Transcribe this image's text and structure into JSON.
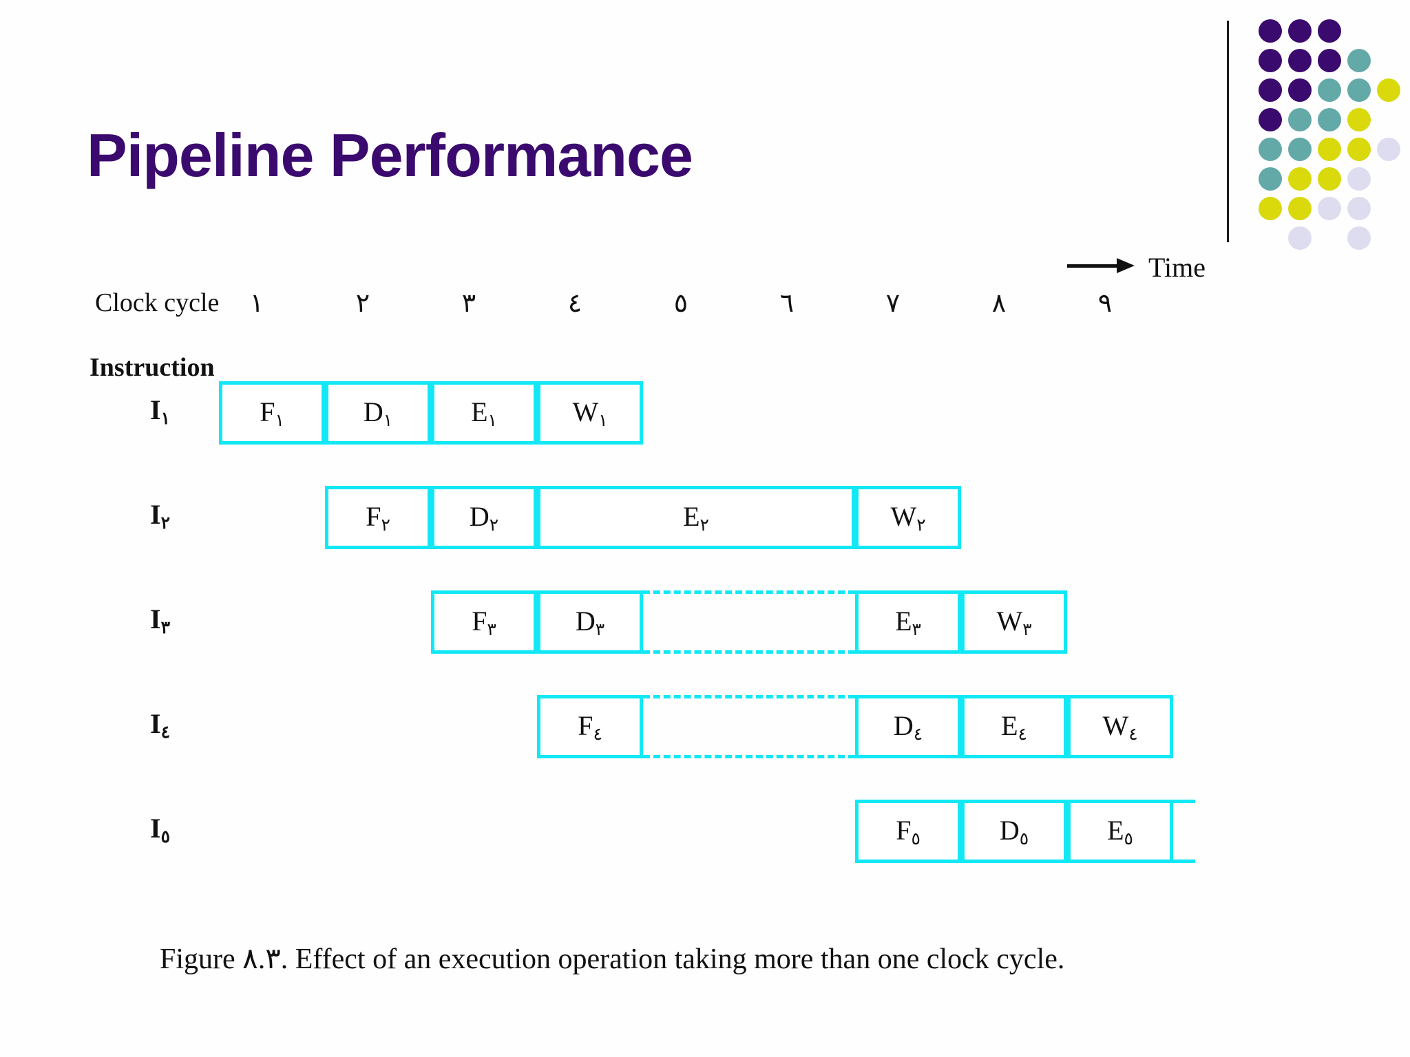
{
  "slide": {
    "title": "Pipeline Performance",
    "caption": "Figure ٨.٣.   Effect of an execution operation taking more than one clock cycle.",
    "accent_cyan": "#12E8F5",
    "title_purple": "#3B0A6E",
    "text_black": "#111111"
  },
  "axis": {
    "time_label": "Time",
    "clock_label": "Clock cycle",
    "cycles": [
      "١",
      "٢",
      "٣",
      "٤",
      "٥",
      "٦",
      "٧",
      "٨",
      "٩"
    ]
  },
  "instruction_heading": "Instruction",
  "rows": [
    {
      "label": "I",
      "sub": "١",
      "stages": [
        {
          "text": "F",
          "sub": "١",
          "start": 1,
          "span": 1,
          "type": "stage"
        },
        {
          "text": "D",
          "sub": "١",
          "start": 2,
          "span": 1,
          "type": "stage"
        },
        {
          "text": "E",
          "sub": "١",
          "start": 3,
          "span": 1,
          "type": "stage"
        },
        {
          "text": "W",
          "sub": "١",
          "start": 4,
          "span": 1,
          "type": "stage"
        }
      ]
    },
    {
      "label": "I",
      "sub": "٢",
      "stages": [
        {
          "text": "F",
          "sub": "٢",
          "start": 2,
          "span": 1,
          "type": "stage"
        },
        {
          "text": "D",
          "sub": "٢",
          "start": 3,
          "span": 1,
          "type": "stage"
        },
        {
          "text": "E",
          "sub": "٢",
          "start": 4,
          "span": 3,
          "type": "stage"
        },
        {
          "text": "W",
          "sub": "٢",
          "start": 7,
          "span": 1,
          "type": "stage"
        }
      ]
    },
    {
      "label": "I",
      "sub": "٣",
      "stages": [
        {
          "text": "F",
          "sub": "٣",
          "start": 3,
          "span": 1,
          "type": "stage"
        },
        {
          "text": "D",
          "sub": "٣",
          "start": 4,
          "span": 1,
          "type": "stage"
        },
        {
          "text": "",
          "sub": "",
          "start": 5,
          "span": 2,
          "type": "stall"
        },
        {
          "text": "E",
          "sub": "٣",
          "start": 7,
          "span": 1,
          "type": "stage"
        },
        {
          "text": "W",
          "sub": "٣",
          "start": 8,
          "span": 1,
          "type": "stage"
        }
      ]
    },
    {
      "label": "I",
      "sub": "٤",
      "stages": [
        {
          "text": "F",
          "sub": "٤",
          "start": 4,
          "span": 1,
          "type": "stage"
        },
        {
          "text": "",
          "sub": "",
          "start": 5,
          "span": 2,
          "type": "stall"
        },
        {
          "text": "D",
          "sub": "٤",
          "start": 7,
          "span": 1,
          "type": "stage"
        },
        {
          "text": "E",
          "sub": "٤",
          "start": 8,
          "span": 1,
          "type": "stage"
        },
        {
          "text": "W",
          "sub": "٤",
          "start": 9,
          "span": 1,
          "type": "stage"
        }
      ]
    },
    {
      "label": "I",
      "sub": "٥",
      "stages": [
        {
          "text": "F",
          "sub": "٥",
          "start": 7,
          "span": 1,
          "type": "stage"
        },
        {
          "text": "D",
          "sub": "٥",
          "start": 8,
          "span": 1,
          "type": "stage"
        },
        {
          "text": "E",
          "sub": "٥",
          "start": 9,
          "span": 1,
          "type": "stage"
        },
        {
          "text": "",
          "sub": "",
          "start": 10,
          "span": 1,
          "type": "open"
        }
      ]
    }
  ],
  "logo": {
    "colors": {
      "purple": "#3B0A6E",
      "teal": "#63A9A8",
      "yellow": "#D9D90B",
      "lavender": "#DEDCEF"
    },
    "grid": [
      [
        "purple",
        "purple",
        "purple",
        null,
        null
      ],
      [
        "purple",
        "purple",
        "purple",
        "teal",
        null
      ],
      [
        "purple",
        "purple",
        "teal",
        "teal",
        "yellow"
      ],
      [
        "purple",
        "teal",
        "teal",
        "yellow",
        null
      ],
      [
        "teal",
        "teal",
        "yellow",
        "yellow",
        "lavender"
      ],
      [
        "teal",
        "yellow",
        "yellow",
        "lavender",
        null
      ],
      [
        "yellow",
        "yellow",
        "lavender",
        "lavender",
        null
      ],
      [
        null,
        "lavender",
        null,
        "lavender",
        null
      ]
    ]
  }
}
